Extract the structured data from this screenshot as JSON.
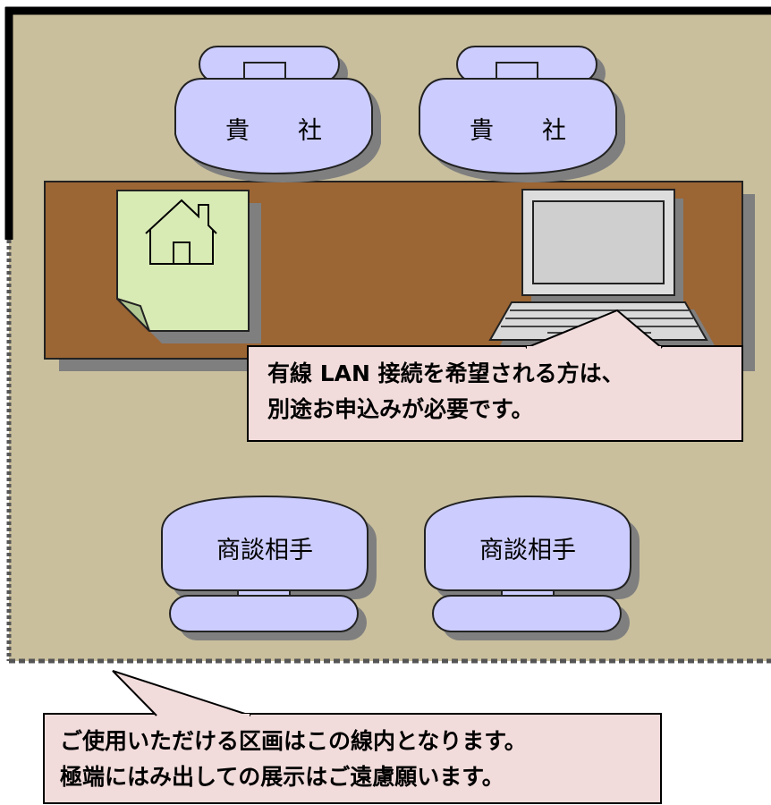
{
  "colors": {
    "booth_floor": "#c9bf9d",
    "table": "#9b6534",
    "chair": "#ccccff",
    "document": "#d9ebb5",
    "callout": "#f2dcdb",
    "shadow": "#7f7f7f"
  },
  "chairs_top": [
    {
      "label": "貴　　社"
    },
    {
      "label": "貴　　社"
    }
  ],
  "chairs_bottom": [
    {
      "label": "商談相手"
    },
    {
      "label": "商談相手"
    }
  ],
  "icons": [
    "house-document-icon",
    "laptop-icon"
  ],
  "callout_lan": {
    "line1": "有線 LAN 接続を希望される方は、",
    "line2": "別途お申込みが必要です。"
  },
  "callout_area": {
    "line1": "ご使用いただける区画はこの線内となります。",
    "line2": "極端にはみ出しての展示はご遠慮願います。"
  }
}
